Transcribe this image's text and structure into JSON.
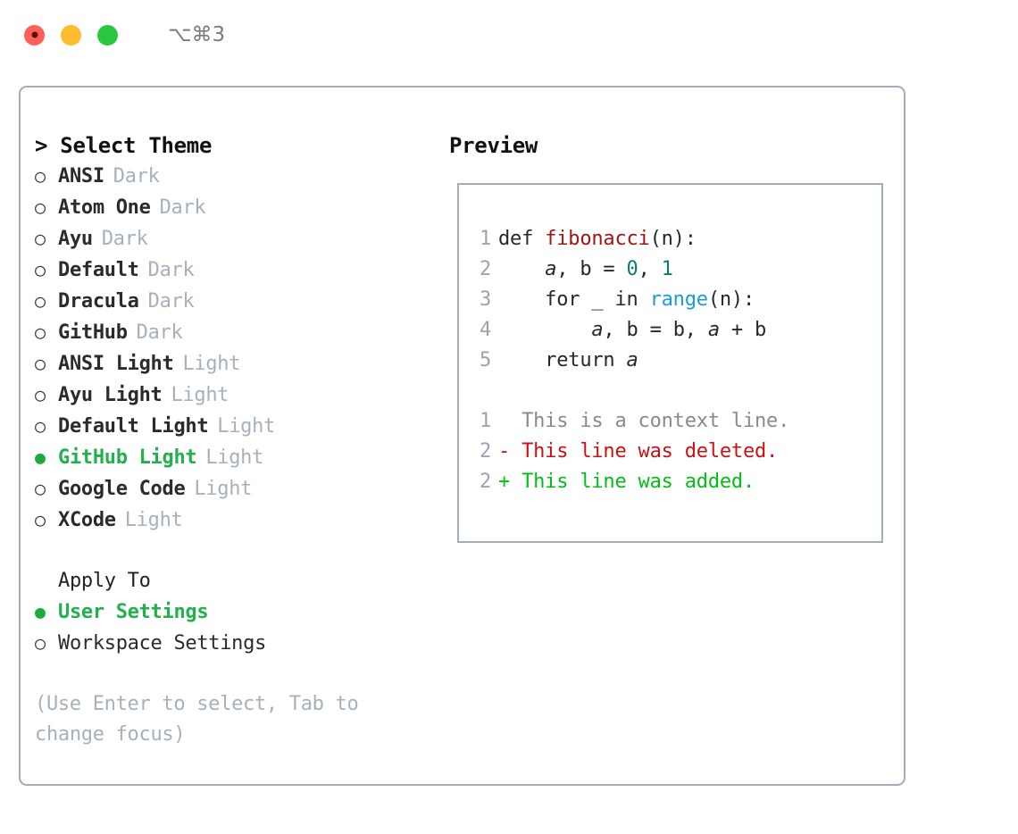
{
  "titlebar": {
    "shortcut": "⌥⌘3",
    "buttons": {
      "close": "close",
      "minimize": "minimize",
      "maximize": "maximize"
    }
  },
  "theme_section": {
    "header": "> Select Theme",
    "items": [
      {
        "name": "ANSI",
        "variant": "Dark",
        "bullet": "○",
        "selected": false
      },
      {
        "name": "Atom One",
        "variant": "Dark",
        "bullet": "○",
        "selected": false
      },
      {
        "name": "Ayu",
        "variant": "Dark",
        "bullet": "○",
        "selected": false
      },
      {
        "name": "Default",
        "variant": "Dark",
        "bullet": "○",
        "selected": false
      },
      {
        "name": "Dracula",
        "variant": "Dark",
        "bullet": "○",
        "selected": false
      },
      {
        "name": "GitHub",
        "variant": "Dark",
        "bullet": "○",
        "selected": false
      },
      {
        "name": "ANSI Light",
        "variant": "Light",
        "bullet": "○",
        "selected": false
      },
      {
        "name": "Ayu Light",
        "variant": "Light",
        "bullet": "○",
        "selected": false
      },
      {
        "name": "Default Light",
        "variant": "Light",
        "bullet": "○",
        "selected": false
      },
      {
        "name": "GitHub Light",
        "variant": "Light",
        "bullet": "●",
        "selected": true
      },
      {
        "name": "Google Code",
        "variant": "Light",
        "bullet": "○",
        "selected": false
      },
      {
        "name": "XCode",
        "variant": "Light",
        "bullet": "○",
        "selected": false
      }
    ]
  },
  "apply_section": {
    "header": "Apply To",
    "items": [
      {
        "name": "User Settings",
        "bullet": "●",
        "selected": true
      },
      {
        "name": "Workspace Settings",
        "bullet": "○",
        "selected": false
      }
    ]
  },
  "hint": "(Use Enter to select, Tab to change focus)",
  "preview": {
    "title": "Preview",
    "code_lines": [
      {
        "no": "1",
        "tokens": [
          {
            "t": "def ",
            "c": "def"
          },
          {
            "t": "fibonacci",
            "c": "fn"
          },
          {
            "t": "(n):",
            "c": "plain"
          }
        ]
      },
      {
        "no": "2",
        "tokens": [
          {
            "t": "    ",
            "c": "plain"
          },
          {
            "t": "a",
            "c": "var"
          },
          {
            "t": ", ",
            "c": "plain"
          },
          {
            "t": "b",
            "c": "plain"
          },
          {
            "t": " = ",
            "c": "plain"
          },
          {
            "t": "0",
            "c": "num"
          },
          {
            "t": ", ",
            "c": "plain"
          },
          {
            "t": "1",
            "c": "num"
          }
        ]
      },
      {
        "no": "3",
        "tokens": [
          {
            "t": "    for _ in ",
            "c": "plain"
          },
          {
            "t": "range",
            "c": "kw"
          },
          {
            "t": "(n):",
            "c": "plain"
          }
        ]
      },
      {
        "no": "4",
        "tokens": [
          {
            "t": "        ",
            "c": "plain"
          },
          {
            "t": "a",
            "c": "var"
          },
          {
            "t": ", b = b, ",
            "c": "plain"
          },
          {
            "t": "a",
            "c": "var"
          },
          {
            "t": " + b",
            "c": "plain"
          }
        ]
      },
      {
        "no": "5",
        "tokens": [
          {
            "t": "    return ",
            "c": "plain"
          },
          {
            "t": "a",
            "c": "var"
          }
        ]
      }
    ],
    "diff_lines": [
      {
        "no": "1",
        "marker": "  ",
        "text": "This is a context line.",
        "kind": "ctx"
      },
      {
        "no": "2",
        "marker": "- ",
        "text": "This line was deleted.",
        "kind": "del"
      },
      {
        "no": "2",
        "marker": "+ ",
        "text": "This line was added.",
        "kind": "add"
      }
    ]
  },
  "colors": {
    "accent_green": "#22b14c",
    "muted": "#a7b0bd",
    "border": "#a3acbb",
    "diff_add": "#00c016",
    "diff_del": "#cc1111",
    "syntax_fn": "#a31515",
    "syntax_num": "#0b7d6e",
    "syntax_kw": "#1b9cd8",
    "light_red": "#ff5f57",
    "light_yellow": "#febc2e",
    "light_green": "#28c840"
  }
}
